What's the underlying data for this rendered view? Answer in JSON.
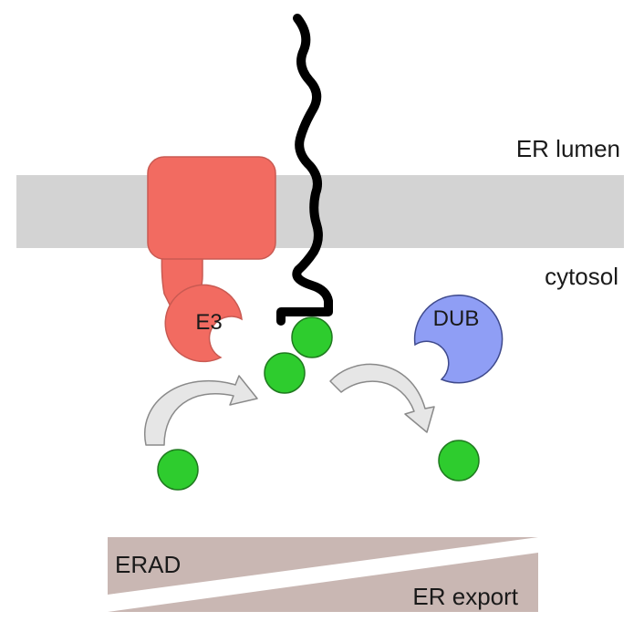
{
  "compartments": {
    "er_lumen": "ER lumen",
    "cytosol": "cytosol"
  },
  "enzymes": {
    "e3": "E3",
    "dub": "DUB"
  },
  "gradient": {
    "left_label": "ERAD",
    "right_label": "ER export"
  },
  "colors": {
    "membrane": "#d3d3d3",
    "e3_fill": "#f26b61",
    "e3_stroke": "#c95a52",
    "dub_fill": "#8f9ef5",
    "dub_stroke": "#3f4a8c",
    "ubiquitin": "#2ecc2e",
    "ubiquitin_stroke": "#1f7a1f",
    "substrate": "#000000",
    "arrow_fill": "#e6e6e6",
    "arrow_stroke": "#8a8a8a",
    "gradient_wedge": "#c9b7b3"
  },
  "icons": {
    "ubiquitin": "circle",
    "arrows": "curved-arrow"
  }
}
